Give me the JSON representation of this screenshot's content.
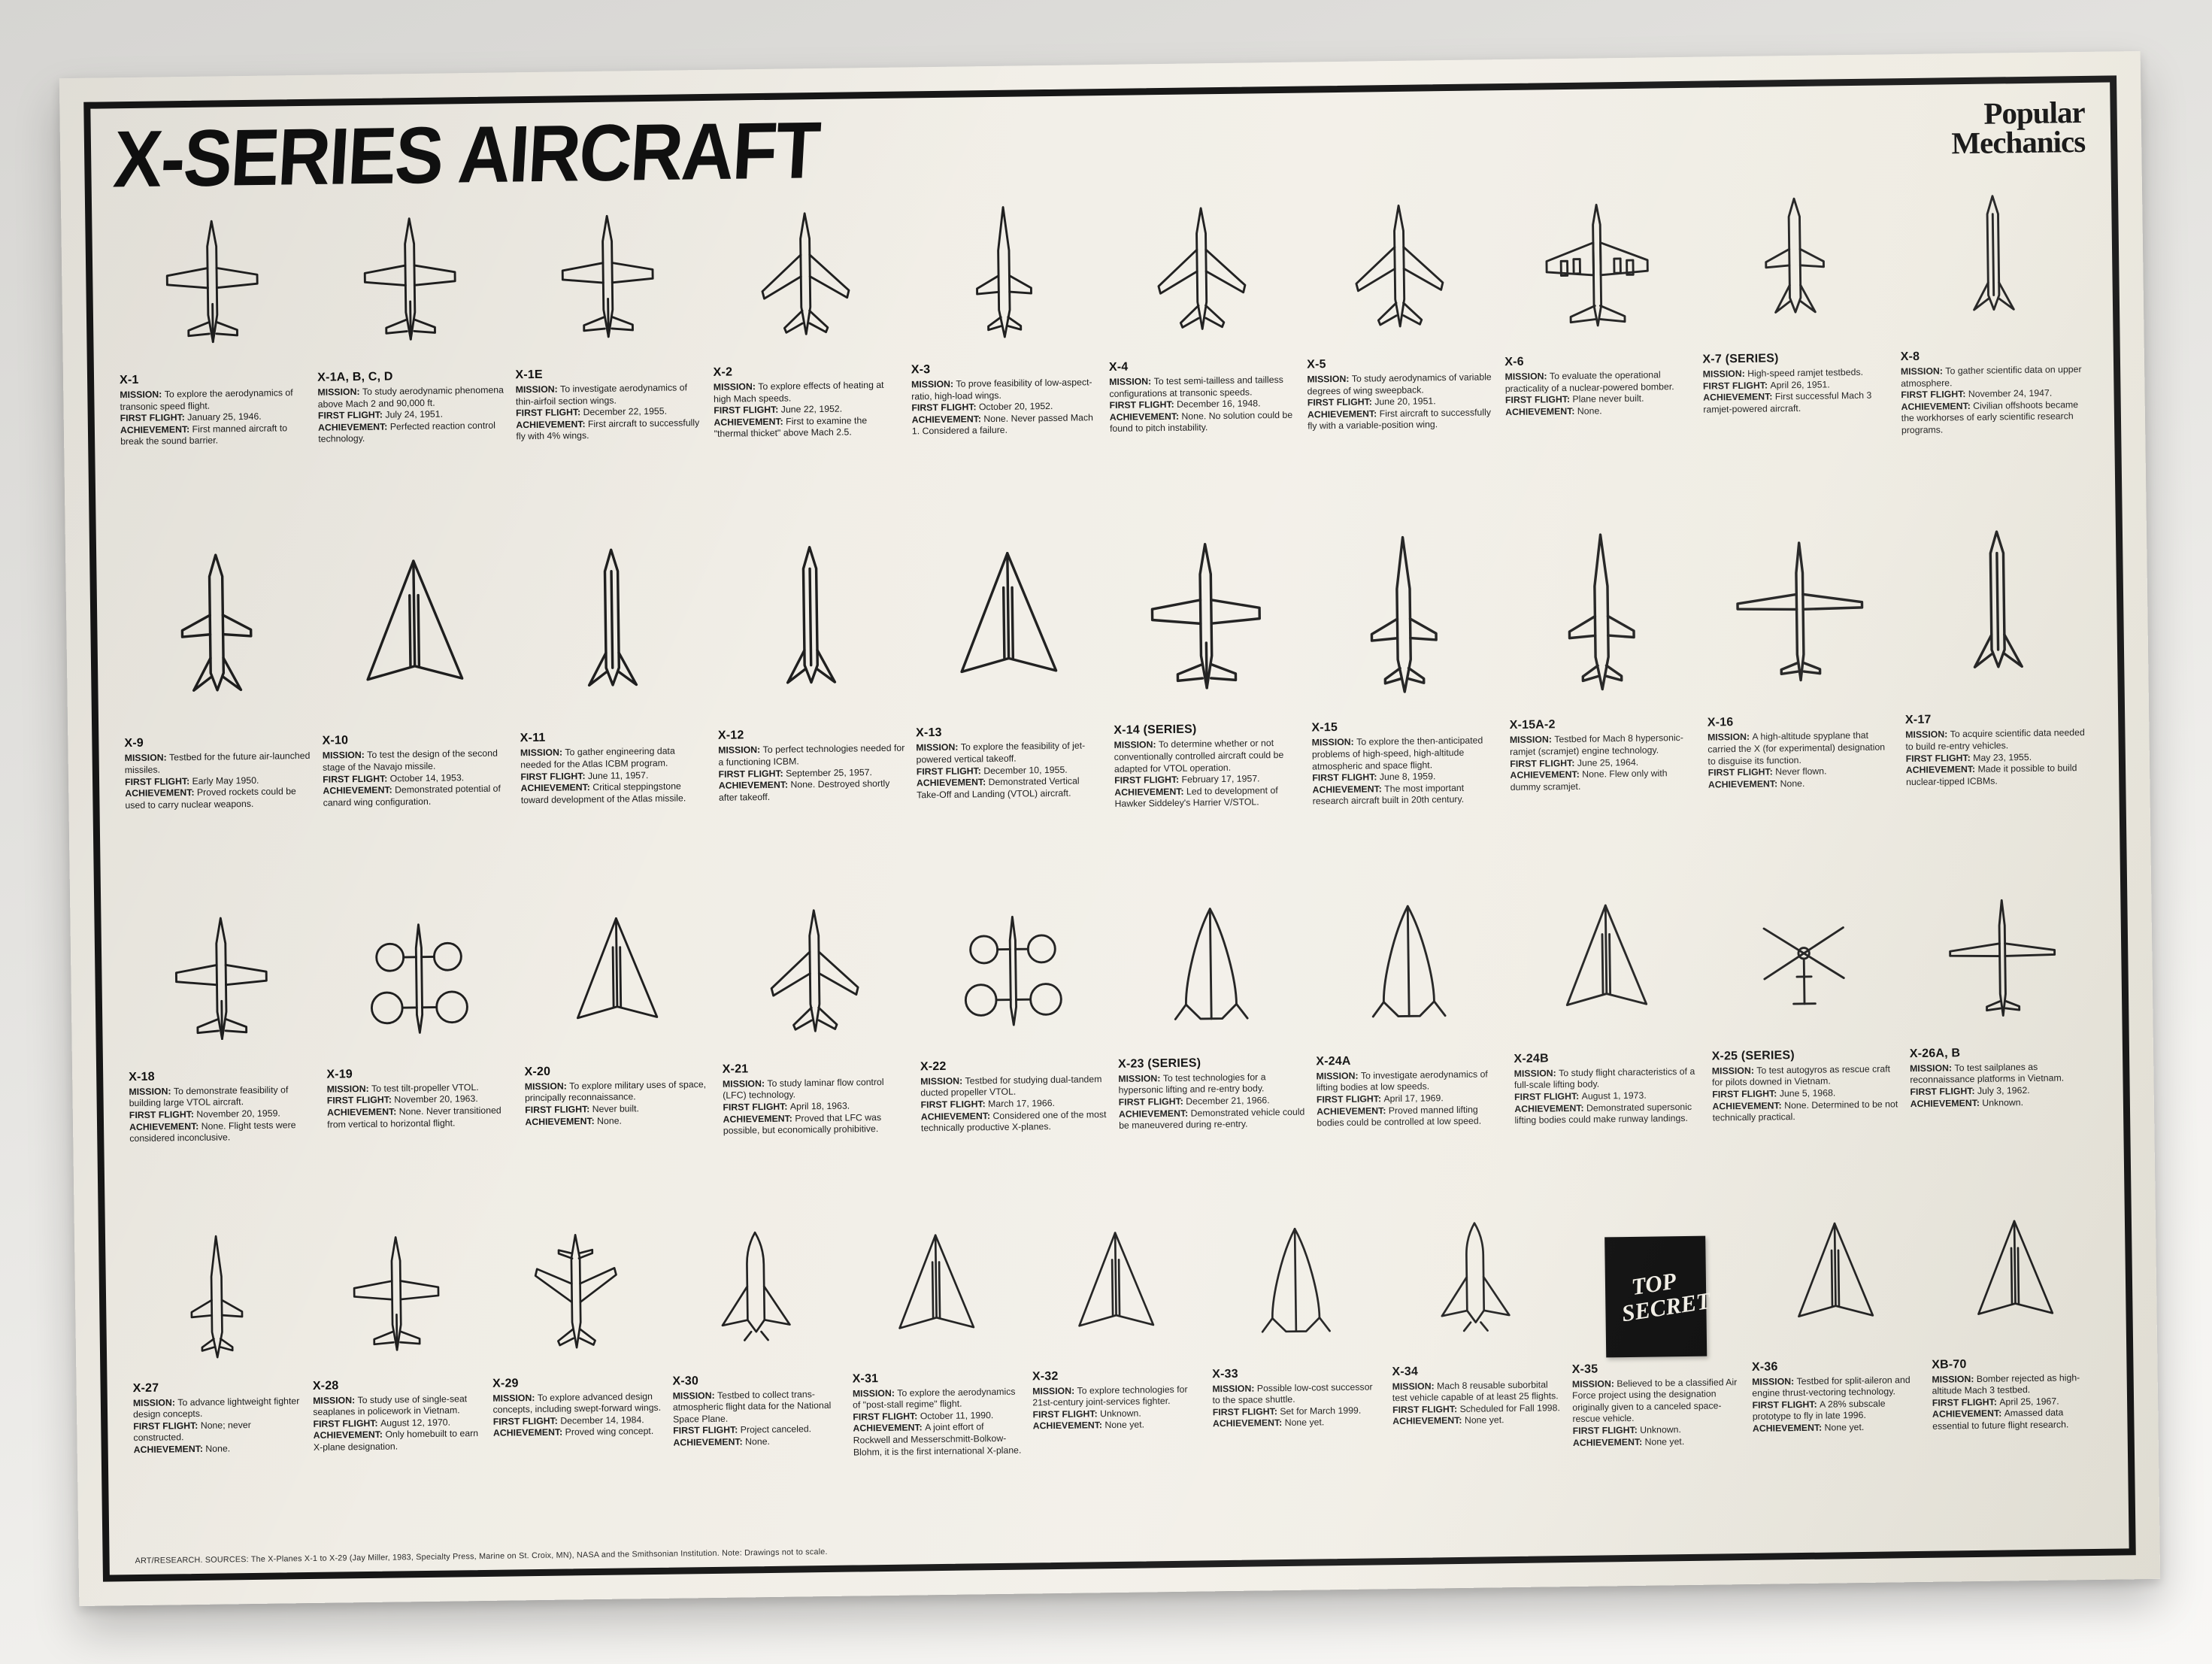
{
  "poster": {
    "title": "X-SERIES AIRCRAFT",
    "brand_line1": "Popular",
    "brand_line2": "Mechanics",
    "top_secret_label": "TOP SECRET",
    "credits": "ART/RESEARCH. SOURCES: The X-Planes X-1 to X-29 (Jay Miller, 1983, Specialty Press, Marine on St. Croix, MN), NASA and the Smithsonian Institution. Note: Drawings not to scale."
  },
  "labels": {
    "mission": "MISSION:",
    "first_flight": "FIRST FLIGHT:",
    "achievement": "ACHIEVEMENT:"
  },
  "rows": [
    {
      "items": [
        {
          "name": "X-1",
          "icon": "straight",
          "mission": "To explore the aerodynamics of transonic speed flight.",
          "first_flight": "January 25, 1946.",
          "achievement": "First manned aircraft to break the sound barrier."
        },
        {
          "name": "X-1A, B, C, D",
          "icon": "straight",
          "mission": "To study aerodynamic phenomena above Mach 2 and 90,000 ft.",
          "first_flight": "July 24, 1951.",
          "achievement": "Perfected reaction control technology."
        },
        {
          "name": "X-1E",
          "icon": "straight",
          "mission": "To investigate aerodynamics of thin-airfoil section wings.",
          "first_flight": "December 22, 1955.",
          "achievement": "First aircraft to successfully fly with 4% wings."
        },
        {
          "name": "X-2",
          "icon": "swept",
          "mission": "To explore effects of heating at high Mach speeds.",
          "first_flight": "June 22, 1952.",
          "achievement": "First to examine the \"thermal thicket\" above Mach 2.5."
        },
        {
          "name": "X-3",
          "icon": "dart",
          "mission": "To prove feasibility of low-aspect-ratio, high-load wings.",
          "first_flight": "October 20, 1952.",
          "achievement": "None. Never passed Mach 1. Considered a failure."
        },
        {
          "name": "X-4",
          "icon": "swept",
          "mission": "To test semi-tailless and tailless configurations at transonic speeds.",
          "first_flight": "December 16, 1948.",
          "achievement": "None. No solution could be found to pitch instability."
        },
        {
          "name": "X-5",
          "icon": "swept",
          "mission": "To study aerodynamics of variable degrees of wing sweepback.",
          "first_flight": "June 20, 1951.",
          "achievement": "First aircraft to successfully fly with a variable-position wing."
        },
        {
          "name": "X-6",
          "icon": "bomber",
          "mission": "To evaluate the operational practicality of a nuclear-powered bomber.",
          "first_flight": "Plane never built.",
          "achievement": "None."
        },
        {
          "name": "X-7 (SERIES)",
          "icon": "missile",
          "mission": "High-speed ramjet testbeds.",
          "first_flight": "April 26, 1951.",
          "achievement": "First successful Mach 3 ramjet-powered aircraft."
        },
        {
          "name": "X-8",
          "icon": "rocket",
          "mission": "To gather scientific data on upper atmosphere.",
          "first_flight": "November 24, 1947.",
          "achievement": "Civilian offshoots became the workhorses of early scientific research programs."
        }
      ]
    },
    {
      "items": [
        {
          "name": "X-9",
          "icon": "missile",
          "mission": "Testbed for the future air-launched missiles.",
          "first_flight": "Early May 1950.",
          "achievement": "Proved rockets could be used to carry nuclear weapons."
        },
        {
          "name": "X-10",
          "icon": "delta",
          "mission": "To test the design of the second stage of the Navajo missile.",
          "first_flight": "October 14, 1953.",
          "achievement": "Demonstrated potential of canard wing configuration."
        },
        {
          "name": "X-11",
          "icon": "rocket",
          "mission": "To gather engineering data needed for the Atlas ICBM program.",
          "first_flight": "June 11, 1957.",
          "achievement": "Critical steppingstone toward development of the Atlas missile."
        },
        {
          "name": "X-12",
          "icon": "rocket",
          "mission": "To perfect technologies needed for a functioning ICBM.",
          "first_flight": "September 25, 1957.",
          "achievement": "None. Destroyed shortly after takeoff."
        },
        {
          "name": "X-13",
          "icon": "delta",
          "mission": "To explore the feasibility of jet-powered vertical takeoff.",
          "first_flight": "December 10, 1955.",
          "achievement": "Demonstrated Vertical Take-Off and Landing (VTOL) aircraft."
        },
        {
          "name": "X-14 (SERIES)",
          "icon": "straight",
          "mission": "To determine whether or not conventionally controlled aircraft could be adapted for VTOL operation.",
          "first_flight": "February 17, 1957.",
          "achievement": "Led to development of Hawker Siddeley's Harrier V/STOL."
        },
        {
          "name": "X-15",
          "icon": "dart",
          "mission": "To explore the then-anticipated problems of high-speed, high-altitude atmospheric and space flight.",
          "first_flight": "June 8, 1959.",
          "achievement": "The most important research aircraft built in 20th century."
        },
        {
          "name": "X-15A-2",
          "icon": "dart",
          "mission": "Testbed for Mach 8 hypersonic-ramjet (scramjet) engine technology.",
          "first_flight": "June 25, 1964.",
          "achievement": "None. Flew only with dummy scramjet."
        },
        {
          "name": "X-16",
          "icon": "glider",
          "mission": "A high-altitude spyplane that carried the X (for experimental) designation to disguise its function.",
          "first_flight": "Never flown.",
          "achievement": "None."
        },
        {
          "name": "X-17",
          "icon": "rocket",
          "mission": "To acquire scientific data needed to build re-entry vehicles.",
          "first_flight": "May 23, 1955.",
          "achievement": "Made it possible to build nuclear-tipped ICBMs."
        }
      ]
    },
    {
      "items": [
        {
          "name": "X-18",
          "icon": "straight",
          "mission": "To demonstrate feasibility of building large VTOL aircraft.",
          "first_flight": "November 20, 1959.",
          "achievement": "None. Flight tests were considered inconclusive."
        },
        {
          "name": "X-19",
          "icon": "quad",
          "mission": "To test tilt-propeller VTOL.",
          "first_flight": "November 20, 1963.",
          "achievement": "None. Never transitioned from vertical to horizontal flight."
        },
        {
          "name": "X-20",
          "icon": "delta",
          "mission": "To explore military uses of space, principally reconnaissance.",
          "first_flight": "Never built.",
          "achievement": "None."
        },
        {
          "name": "X-21",
          "icon": "swept",
          "mission": "To study laminar flow control (LFC) technology.",
          "first_flight": "April 18, 1963.",
          "achievement": "Proved that LFC was possible, but economically prohibitive."
        },
        {
          "name": "X-22",
          "icon": "quad",
          "mission": "Testbed for studying dual-tandem ducted propeller VTOL.",
          "first_flight": "March 17, 1966.",
          "achievement": "Considered one of the most technically productive X-planes."
        },
        {
          "name": "X-23 (SERIES)",
          "icon": "lifting",
          "mission": "To test technologies for a hypersonic lifting and re-entry body.",
          "first_flight": "December 21, 1966.",
          "achievement": "Demonstrated vehicle could be maneuvered during re-entry."
        },
        {
          "name": "X-24A",
          "icon": "lifting",
          "mission": "To investigate aerodynamics of lifting bodies at low speeds.",
          "first_flight": "April 17, 1969.",
          "achievement": "Proved manned lifting bodies could be controlled at low speed."
        },
        {
          "name": "X-24B",
          "icon": "delta",
          "mission": "To study flight characteristics of a full-scale lifting body.",
          "first_flight": "August 1, 1973.",
          "achievement": "Demonstrated supersonic lifting bodies could make runway landings."
        },
        {
          "name": "X-25 (SERIES)",
          "icon": "rotor",
          "mission": "To test autogyros as rescue craft for pilots downed in Vietnam.",
          "first_flight": "June 5, 1968.",
          "achievement": "None. Determined to be not technically practical."
        },
        {
          "name": "X-26A, B",
          "icon": "glider",
          "mission": "To test sailplanes as reconnaissance platforms in Vietnam.",
          "first_flight": "July 3, 1962.",
          "achievement": "Unknown."
        }
      ]
    },
    {
      "items": [
        {
          "name": "X-27",
          "icon": "dart",
          "mission": "To advance lightweight fighter design concepts.",
          "first_flight": "None; never constructed.",
          "achievement": "None."
        },
        {
          "name": "X-28",
          "icon": "straight",
          "mission": "To study use of single-seat seaplanes in policework in Vietnam.",
          "first_flight": "August 12, 1970.",
          "achievement": "Only homebuilt to earn X-plane designation."
        },
        {
          "name": "X-29",
          "icon": "forward",
          "mission": "To explore advanced design concepts, including swept-forward wings.",
          "first_flight": "December 14, 1984.",
          "achievement": "Proved wing concept."
        },
        {
          "name": "X-30",
          "icon": "shuttle",
          "mission": "Testbed to collect trans-atmospheric flight data for the National Space Plane.",
          "first_flight": "Project canceled.",
          "achievement": "None."
        },
        {
          "name": "X-31",
          "icon": "delta",
          "mission": "To explore the aerodynamics of \"post-stall regime\" flight.",
          "first_flight": "October 11, 1990.",
          "achievement": "A joint effort of Rockwell and Messerschmitt-Bolkow-Blohm, it is the first international X-plane."
        },
        {
          "name": "X-32",
          "icon": "delta",
          "mission": "To explore technologies for 21st-century joint-services fighter.",
          "first_flight": "Unknown.",
          "achievement": "None yet."
        },
        {
          "name": "X-33",
          "icon": "lifting",
          "mission": "Possible low-cost successor to the space shuttle.",
          "first_flight": "Set for March 1999.",
          "achievement": "None yet."
        },
        {
          "name": "X-34",
          "icon": "shuttle",
          "mission": "Mach 8 reusable suborbital test vehicle capable of at least 25 flights.",
          "first_flight": "Scheduled for Fall 1998.",
          "achievement": "None yet."
        },
        {
          "name": "X-35",
          "icon": "top-secret",
          "top_secret": true,
          "mission": "Believed to be a classified Air Force project using the designation originally given to a canceled space-rescue vehicle.",
          "first_flight": "Unknown.",
          "achievement": "None yet."
        },
        {
          "name": "X-36",
          "icon": "delta",
          "mission": "Testbed for split-aileron and engine thrust-vectoring technology.",
          "first_flight": "A 28% subscale prototype to fly in late 1996.",
          "achievement": "None yet."
        },
        {
          "name": "XB-70",
          "icon": "delta",
          "mission": "Bomber rejected as high-altitude Mach 3 testbed.",
          "first_flight": "April 25, 1967.",
          "achievement": "Amassed data essential to future flight research."
        }
      ]
    }
  ]
}
